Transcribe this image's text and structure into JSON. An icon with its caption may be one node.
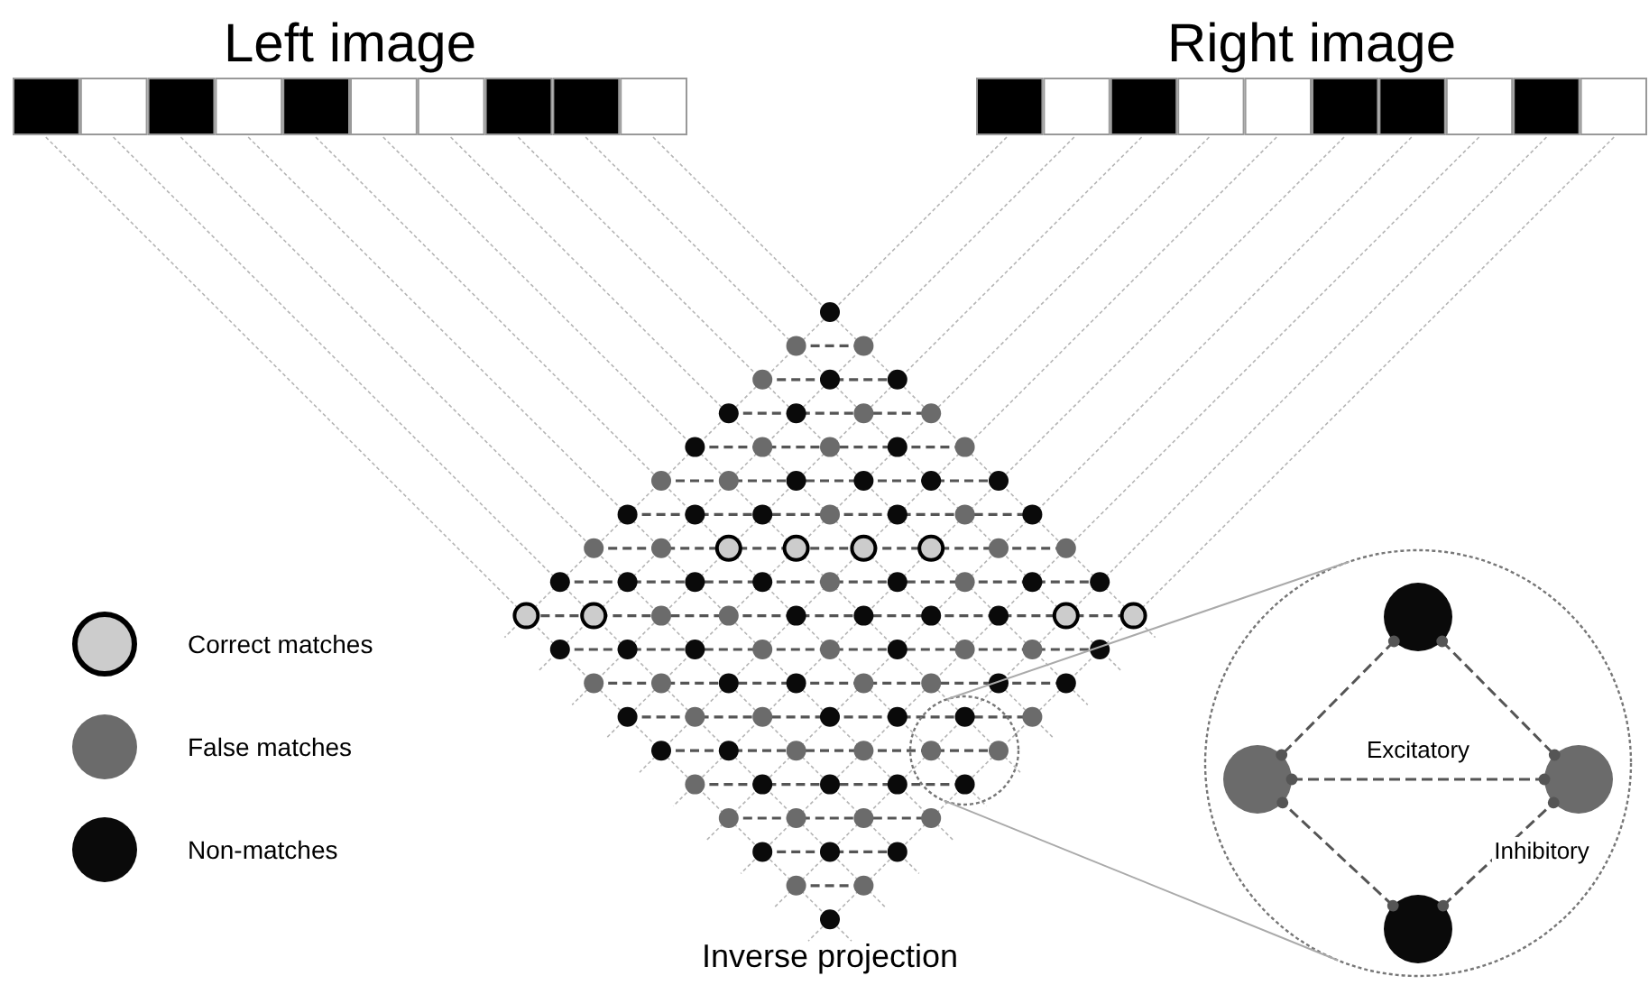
{
  "diagram": {
    "nodes": [
      {
        "text": [
          "Left image"
        ]
      },
      {
        "text": [
          "Right image"
        ]
      },
      {
        "text": [],
        "shape": "circle"
      },
      {
        "text": [],
        "shape": "circle"
      },
      {
        "text": [],
        "shape": "circle",
        "in": 3
      },
      {
        "text": [],
        "shape": "circle",
        "in": 3
      },
      {
        "text": [],
        "shape": "circle",
        "in": 3
      },
      {
        "text": [],
        "shape": "circle",
        "in": 3
      }
    ],
    "edges": [
      {
        "from": 2,
        "to": 3,
        "arrow": "none",
        "color": "#aaaaaa"
      },
      {
        "from": 2,
        "to": 3,
        "arrow": "none",
        "color": "#aaaaaa"
      },
      {
        "from": 5,
        "to": 6,
        "arrow": "other",
        "style": "dashed",
        "label": "Excitatory"
      },
      {
        "from": 4,
        "to": 5,
        "arrow": "other",
        "style": "dashed"
      },
      {
        "from": 4,
        "to": 6,
        "arrow": "other",
        "style": "dashed"
      },
      {
        "from": 7,
        "to": 5,
        "arrow": "other",
        "style": "dashed"
      },
      {
        "from": 7,
        "to": 6,
        "arrow": "other",
        "style": "dashed",
        "label": "Inhibitory"
      }
    ],
    "labels": [
      "Inverse projection"
    ],
    "legend": [
      {
        "text": "Correct matches",
        "color": "#cccccc"
      },
      {
        "text": "False matches",
        "color": "#6b6b6b"
      },
      {
        "text": "Non-matches",
        "color": "#0a0a0a"
      }
    ]
  }
}
